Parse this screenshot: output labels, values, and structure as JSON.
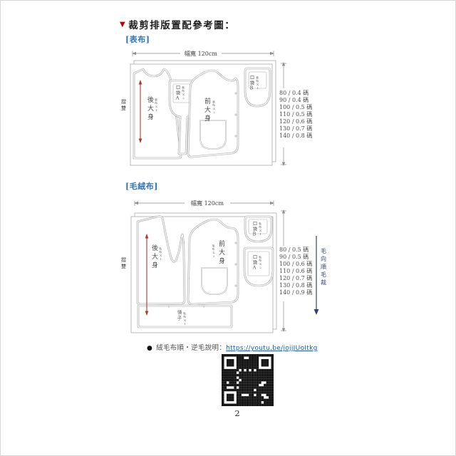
{
  "title": {
    "marker": "▼",
    "text": "裁剪排版置配參考圖："
  },
  "sections": {
    "outer": {
      "label": "[表布]",
      "width_label": "幅寬 120cm",
      "fold_label": "摺雙",
      "pieces": {
        "back_body": {
          "name": "後大身",
          "cut": "表布X1"
        },
        "pocket_a": {
          "name": "口袋A",
          "cut": "表布X2"
        },
        "front_body": {
          "name": "前大身",
          "cut": "表布X2"
        },
        "pocket_b": {
          "name": "口袋B",
          "cut": "表布X1"
        }
      },
      "yardage": [
        "80 / 0.4 碼",
        "90 / 0.4 碼",
        "100 / 0.5 碼",
        "110 / 0.5 碼",
        "120 / 0.6 碼",
        "130 / 0.7 碼",
        "140 / 0.8 碼"
      ]
    },
    "plush": {
      "label": "[毛絨布]",
      "width_label": "幅寬 120cm",
      "fold_label": "摺雙",
      "pieces": {
        "back_body": {
          "name": "後大身",
          "cut": "毛布X1"
        },
        "front_body": {
          "name": "前大身",
          "cut": "毛布X2"
        },
        "pocket_b": {
          "name": "口袋B",
          "cut": "毛布X1"
        },
        "pocket_a": {
          "name": "口袋A",
          "cut": "毛布X2"
        },
        "collar": {
          "name": "領子",
          "cut": "毛布X1"
        }
      },
      "yardage": [
        "80 / 0.5 碼",
        "90 / 0.5 碼",
        "100 / 0.6 碼",
        "110 / 0.6 碼",
        "120 / 0.7 碼",
        "130 / 0.8 碼",
        "140 / 0.9 碼"
      ],
      "nap_note": "毛向順毛裁"
    }
  },
  "footer": {
    "bullet": "●",
    "note": "絨毛布順・逆毛說明：",
    "link": "https://youtu.be/jojjJUoItkg",
    "page_number": "2"
  },
  "colors": {
    "marker_red": "#c00000",
    "arrow_red": "#b03a2e",
    "section_blue": "#2e74b5",
    "link_blue": "#0563c1",
    "outline_gray": "#9c9c9c",
    "nap_navy": "#2e4374"
  }
}
